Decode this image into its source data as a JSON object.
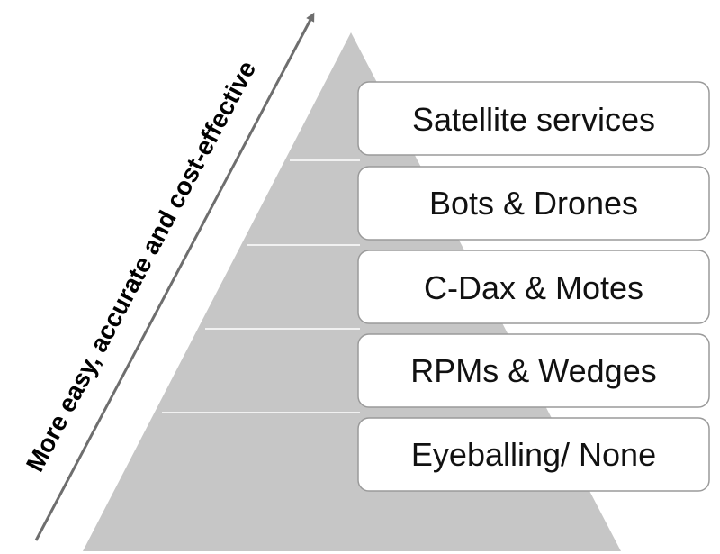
{
  "axis": {
    "label": "More easy, accurate and cost-effective"
  },
  "colors": {
    "pyramid_fill": "#c6c6c6",
    "box_fill": "#ffffff",
    "box_border": "#9a9a9a",
    "arrow": "#6e6e6e",
    "text": "#111111"
  },
  "tiers": [
    {
      "label": "Satellite services"
    },
    {
      "label": "Bots & Drones"
    },
    {
      "label": "C-Dax & Motes"
    },
    {
      "label": "RPMs & Wedges"
    },
    {
      "label": "Eyeballing/ None"
    }
  ]
}
